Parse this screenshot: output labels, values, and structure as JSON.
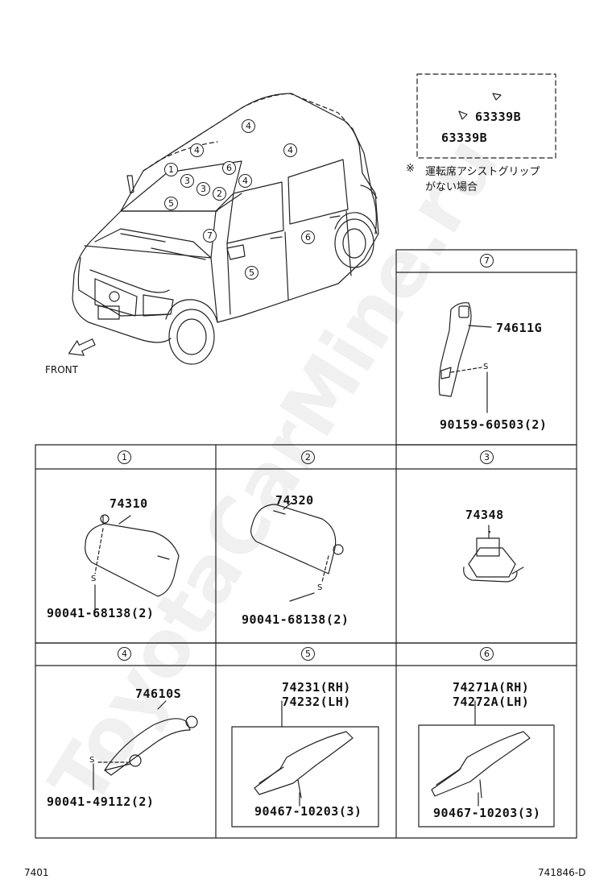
{
  "watermark": "ToyotaCarMine.ru",
  "front_label": "FRONT",
  "page_code_left": "7401",
  "page_code_right": "741846-D",
  "note": {
    "mark": "※",
    "line1": "運転席アシストグリップ",
    "line2": "がない場合"
  },
  "inset_box": {
    "part_a": "63339B",
    "part_b": "63339B"
  },
  "car_callouts": [
    "4",
    "4",
    "4",
    "1",
    "3",
    "3",
    "2",
    "6",
    "4",
    "5",
    "7",
    "6",
    "5"
  ],
  "panels": [
    {
      "num": "7",
      "part": "74611G",
      "fastener": "90159-60503(2)"
    },
    {
      "num": "1",
      "part": "74310",
      "fastener": "90041-68138(2)"
    },
    {
      "num": "2",
      "part": "74320",
      "fastener": "90041-68138(2)"
    },
    {
      "num": "3",
      "part": "74348"
    },
    {
      "num": "4",
      "part": "74610S",
      "fastener": "90041-49112(2)"
    },
    {
      "num": "5",
      "part_rh": "74231(RH)",
      "part_lh": "74232(LH)",
      "fastener": "90467-10203(3)"
    },
    {
      "num": "6",
      "part_rh": "74271A(RH)",
      "part_lh": "74272A(LH)",
      "fastener": "90467-10203(3)"
    }
  ],
  "screw_symbol": "S"
}
